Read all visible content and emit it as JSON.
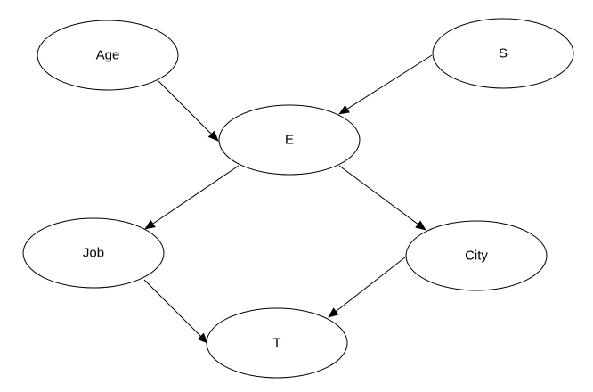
{
  "diagram": {
    "nodes": [
      {
        "id": "age",
        "label": "Age"
      },
      {
        "id": "s",
        "label": "S"
      },
      {
        "id": "e",
        "label": "E"
      },
      {
        "id": "job",
        "label": "Job"
      },
      {
        "id": "city",
        "label": "City"
      },
      {
        "id": "t",
        "label": "T"
      }
    ],
    "edges": [
      {
        "from": "age",
        "to": "e"
      },
      {
        "from": "s",
        "to": "e"
      },
      {
        "from": "e",
        "to": "job"
      },
      {
        "from": "e",
        "to": "city"
      },
      {
        "from": "job",
        "to": "t"
      },
      {
        "from": "city",
        "to": "t"
      }
    ]
  }
}
